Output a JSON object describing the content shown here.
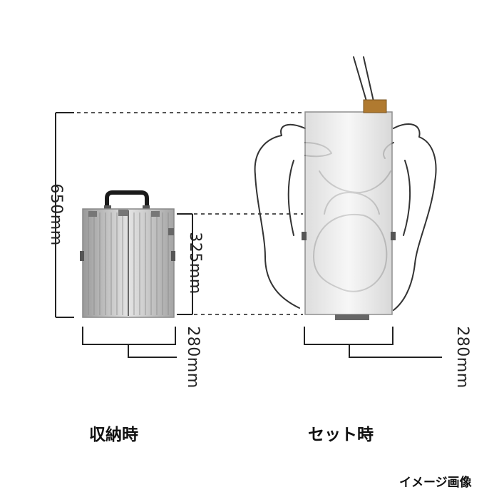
{
  "dimensions": {
    "height_total": "650mm",
    "height_half": "325mm",
    "width_stored": "280mm",
    "width_set": "280mm"
  },
  "captions": {
    "stored": "収納時",
    "set": "セット時"
  },
  "note": "イメージ画像",
  "colors": {
    "line": "#222222",
    "dashed": "#555555",
    "aluminum": "#c9c9c9",
    "handle": "#1a1a1a",
    "strap_tab": "#b07a30"
  }
}
